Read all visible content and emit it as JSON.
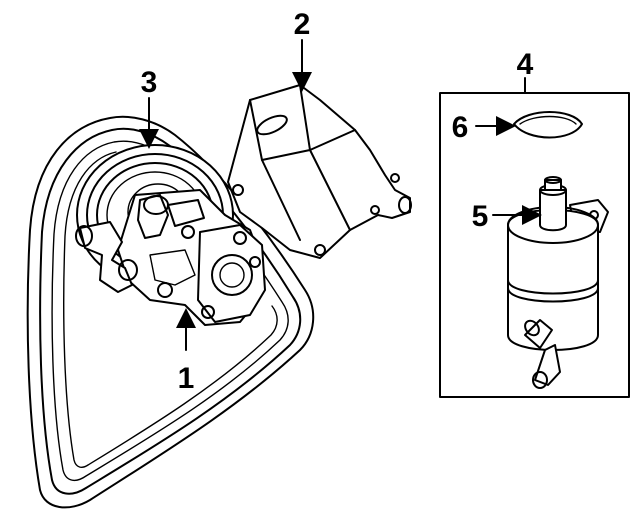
{
  "callouts": {
    "pump": "1",
    "bracket": "2",
    "belt": "3",
    "reservoir_group": "4",
    "reservoir": "5",
    "cap": "6"
  },
  "colors": {
    "line": "#000000",
    "background": "#ffffff"
  }
}
